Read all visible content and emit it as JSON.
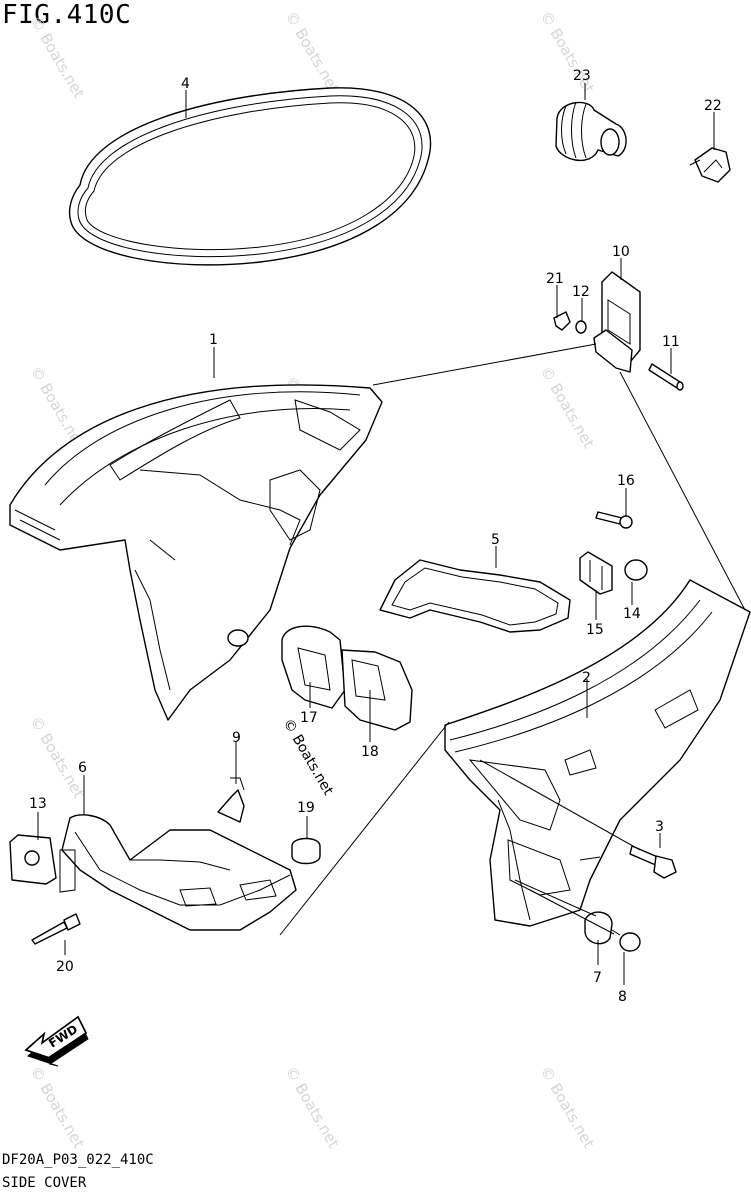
{
  "figure": {
    "title": "FIG.410C",
    "code": "DF20A_P03_022_410C",
    "caption": "SIDE COVER"
  },
  "watermark": "© Boats.net",
  "direction_arrow": {
    "label": "FWD"
  },
  "callouts": {
    "c1": "1",
    "c2": "2",
    "c3": "3",
    "c4": "4",
    "c5": "5",
    "c6": "6",
    "c7": "7",
    "c8": "8",
    "c9": "9",
    "c10": "10",
    "c11": "11",
    "c12": "12",
    "c13": "13",
    "c14": "14",
    "c15": "15",
    "c16": "16",
    "c17": "17",
    "c18": "18",
    "c19": "19",
    "c20": "20",
    "c21": "21",
    "c22": "22",
    "c23": "23"
  },
  "colors": {
    "ink": "#000000",
    "watermark": "#d6d6d6",
    "background": "#ffffff"
  }
}
